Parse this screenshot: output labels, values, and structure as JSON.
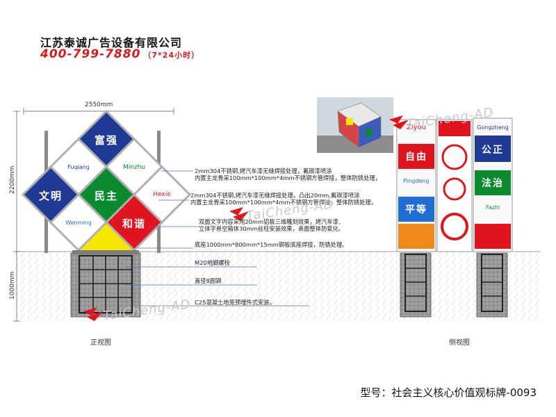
{
  "header": {
    "company": "江苏泰诚广告设备有限公司",
    "phone": "400-799-7880",
    "hours": "（7*24小时）"
  },
  "dimensions": {
    "width": "2550mm",
    "height": "2200mm",
    "depth": "1000mm"
  },
  "front_panel": {
    "top": "富强",
    "fuqiang": "Fuqiang",
    "minzhu": "Minzhu",
    "wenming_cn": "文明",
    "minzhu_cn": "民主",
    "hexie": "Hexie",
    "wenming": "Wenming",
    "hexie_cn": "和谐"
  },
  "annotations": [
    "2mm304不锈钢,烤汽车漆无缝焊接处理，氟碳漆喷涂",
    "内置主龙骨采100mm*100mm*4mm不锈钢方管焊接，整体防锈处理，",
    "2mm304不锈钢,烤汽车漆无缝焊接处理，凸出20mm,氟碳漆喷涂",
    "内置主龙骨采100mm*100mm*4mm不锈钢方管焊接，整体防锈处理，",
    "双面文字内容采用20mm铝板三维雕刻效果，烤汽车漆,",
    "立体字悬空箱体30mm丝柱安装效果，表面整体防氧化。",
    "底座1000mm*800mm*15mm钢板底座焊接，防锈处理。",
    "M20地脚螺栓",
    "直径8圆钢",
    "C25混凝土地笼预埋件式安装。"
  ],
  "side_panel_left": {
    "ziyou": "Ziyou",
    "ziyou_cn": "自由",
    "pingdeng": "Pingdeng",
    "pingdeng_cn": "平等"
  },
  "side_panel_right": {
    "gongzheng": "Gongzheng",
    "gongzheng_cn": "公正",
    "fazhi_cn": "法治",
    "fazhi": "Fazhi"
  },
  "views": {
    "front": "正视图",
    "side": "侧视图"
  },
  "watermark": "TaiCheng-AD",
  "model": "型号：社会主义核心价值观标牌-0093",
  "colors": {
    "blue": "#1f3a93",
    "green": "#0a8a2e",
    "red": "#e0141c",
    "yellow": "#f7e600",
    "orange": "#f08a1c",
    "steel": "#8a8a8a"
  }
}
